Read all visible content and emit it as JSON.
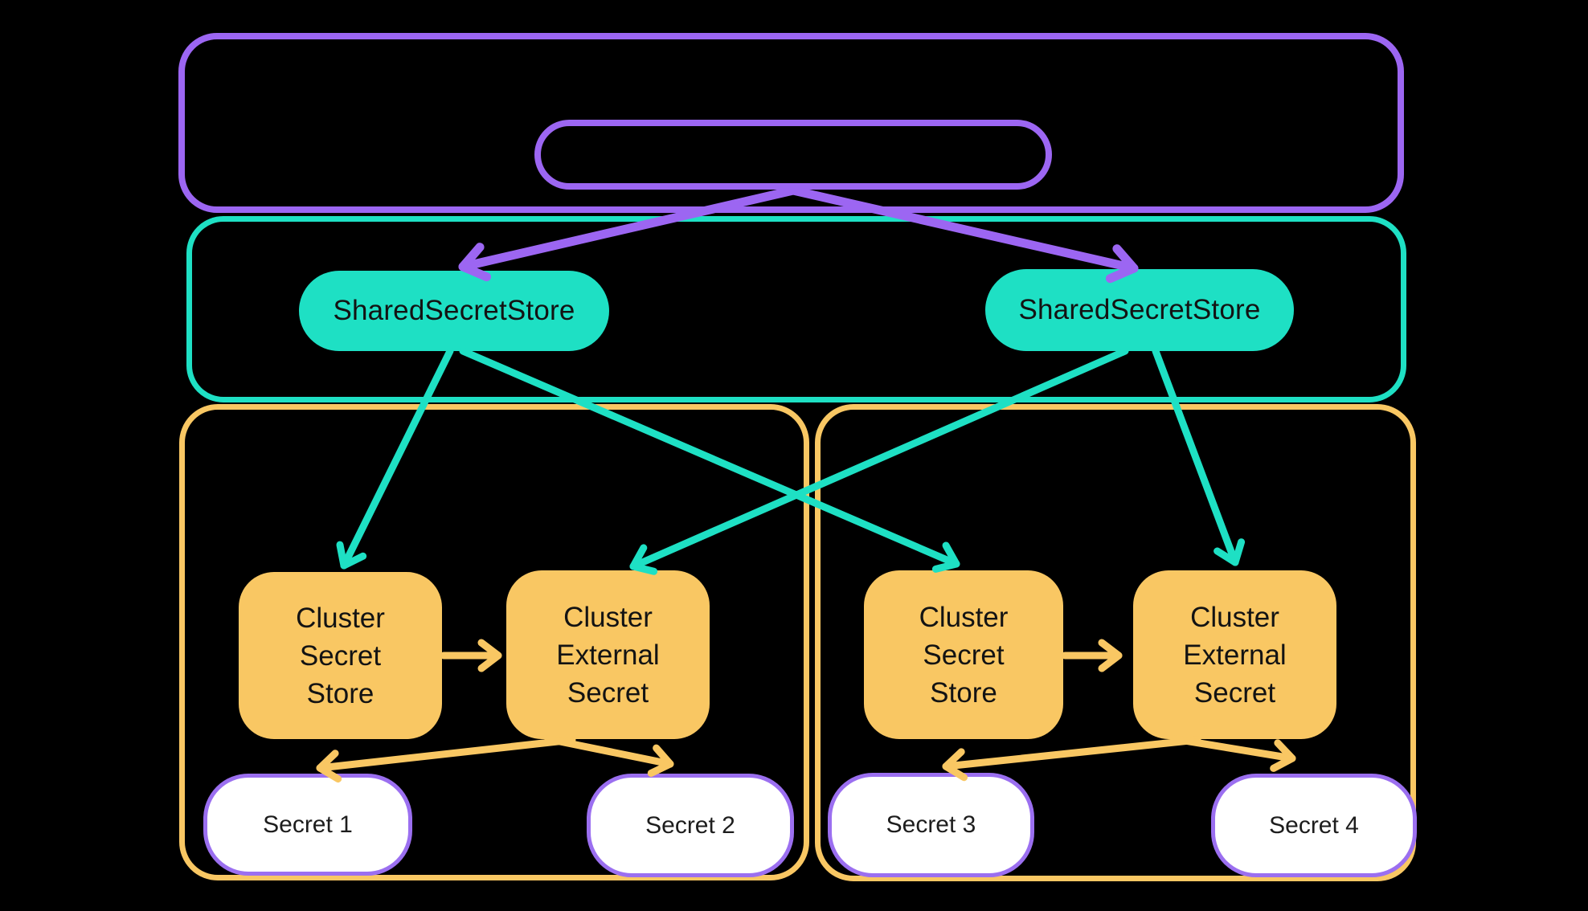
{
  "diagram": {
    "background": "#000000",
    "colors": {
      "purple": "#9C66F2",
      "teal": "#1EE0C4",
      "yellow": "#F9C763",
      "secret_pill_border": "#9B6FF0",
      "secret_pill_fill": "#FFFFFF",
      "node_text": "#131313"
    },
    "nodes": {
      "sss_left": {
        "label": "SharedSecretStore"
      },
      "sss_right": {
        "label": "SharedSecretStore"
      },
      "cluster1_secret_store": {
        "lines": [
          "Cluster",
          "Secret",
          "Store"
        ]
      },
      "cluster1_external_secret": {
        "lines": [
          "Cluster",
          "External",
          "Secret"
        ]
      },
      "cluster2_secret_store": {
        "lines": [
          "Cluster",
          "Secret",
          "Store"
        ]
      },
      "cluster2_external_secret": {
        "lines": [
          "Cluster",
          "External",
          "Secret"
        ]
      },
      "secret1": {
        "label": "Secret 1"
      },
      "secret2": {
        "label": "Secret 2"
      },
      "secret3": {
        "label": "Secret 3"
      },
      "secret4": {
        "label": "Secret 4"
      }
    },
    "edges": [
      {
        "from": "controller-pill",
        "to": "sss-left",
        "color": "purple"
      },
      {
        "from": "controller-pill",
        "to": "sss-right",
        "color": "purple"
      },
      {
        "from": "sss-left",
        "to": "cluster1-secret-store",
        "color": "teal"
      },
      {
        "from": "sss-left",
        "to": "cluster2-secret-store",
        "color": "teal"
      },
      {
        "from": "sss-right",
        "to": "cluster1-external-secret",
        "color": "teal"
      },
      {
        "from": "sss-right",
        "to": "cluster2-external-secret",
        "color": "teal"
      },
      {
        "from": "cluster1-secret-store",
        "to": "cluster1-external-secret",
        "color": "yellow"
      },
      {
        "from": "cluster2-secret-store",
        "to": "cluster2-external-secret",
        "color": "yellow"
      },
      {
        "from": "cluster1-external-secret",
        "to": "secret-1",
        "color": "yellow"
      },
      {
        "from": "cluster1-external-secret",
        "to": "secret-2",
        "color": "yellow"
      },
      {
        "from": "cluster2-external-secret",
        "to": "secret-3",
        "color": "yellow"
      },
      {
        "from": "cluster2-external-secret",
        "to": "secret-4",
        "color": "yellow"
      }
    ]
  }
}
